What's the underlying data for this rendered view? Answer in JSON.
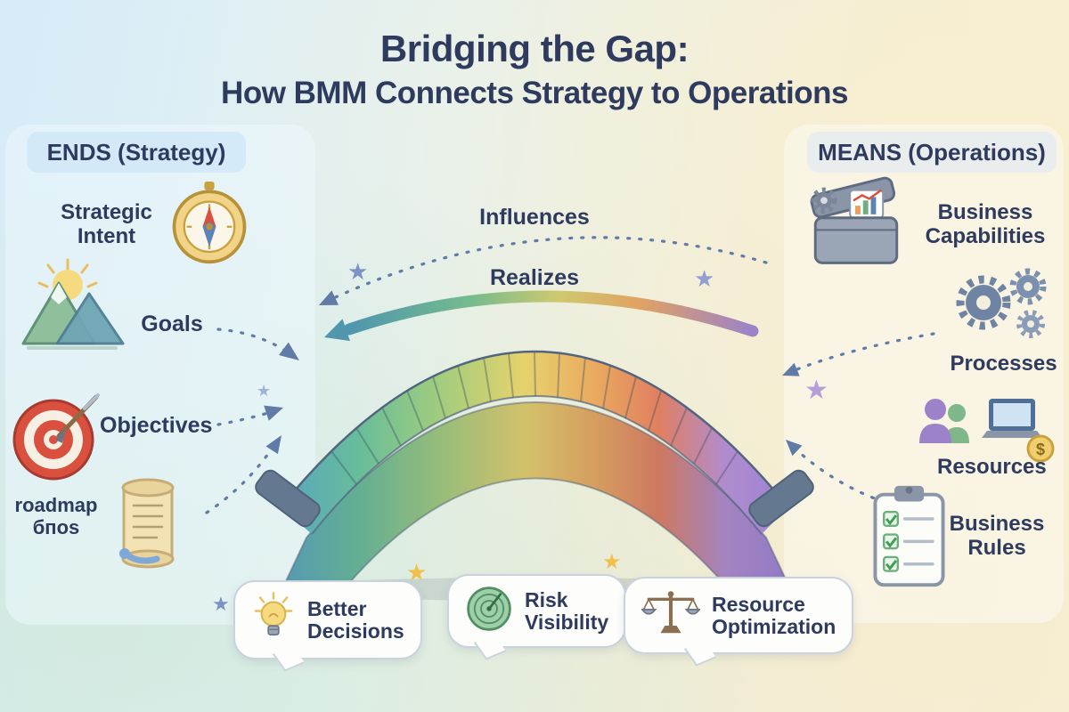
{
  "title": {
    "line1": "Bridging the Gap:",
    "line2": "How BMM Connects Strategy to Operations"
  },
  "left_panel": {
    "header": "ENDS (Strategy)",
    "items": {
      "strategic_intent": {
        "line1": "Strategic",
        "line2": "Intent",
        "icon": "compass-icon"
      },
      "goals": "Goals",
      "objectives": "Objectives",
      "roadmap": {
        "line1": "roadmap",
        "line2": "бпоs",
        "icon": "scroll-icon"
      }
    }
  },
  "right_panel": {
    "header": "MEANS (Operations)",
    "items": {
      "business_capabilities": {
        "line1": "Business",
        "line2": "Capabilities",
        "icon": "toolbox-icon"
      },
      "processes": "Processes",
      "resources": "Resources",
      "business_rules": {
        "line1": "Business",
        "line2": "Rules",
        "icon": "clipboard-icon"
      }
    }
  },
  "bridge": {
    "influences_label": "Influences",
    "realizes_label": "Realizes"
  },
  "callouts": {
    "better_decisions": {
      "line1": "Better",
      "line2": "Decisions",
      "icon": "lightbulb-icon"
    },
    "risk_visibility": {
      "line1": "Risk",
      "line2": "Visibility",
      "icon": "radar-icon"
    },
    "resource_optimization": {
      "line1": "Resource",
      "line2": "Optimization",
      "icon": "scale-icon"
    }
  },
  "icons": {
    "dollar_glyph": "$"
  },
  "decor": {
    "star_glyph": "★"
  },
  "colors": {
    "title_text": "#2e3b5e",
    "dashed_arrow": "#5f7ba6",
    "bridge_gradient": [
      "#57a4c2",
      "#67bd9a",
      "#a2cd7d",
      "#e6d26d",
      "#eaa95f",
      "#e07f60",
      "#b08cce",
      "#9a82d4"
    ],
    "star_blue": "#7b93c4",
    "star_purple": "#a58fd0",
    "star_yellow": "#f0c04a",
    "left_pill_bg": "#d3e8f7",
    "right_pill_bg": "#e8ecef"
  }
}
